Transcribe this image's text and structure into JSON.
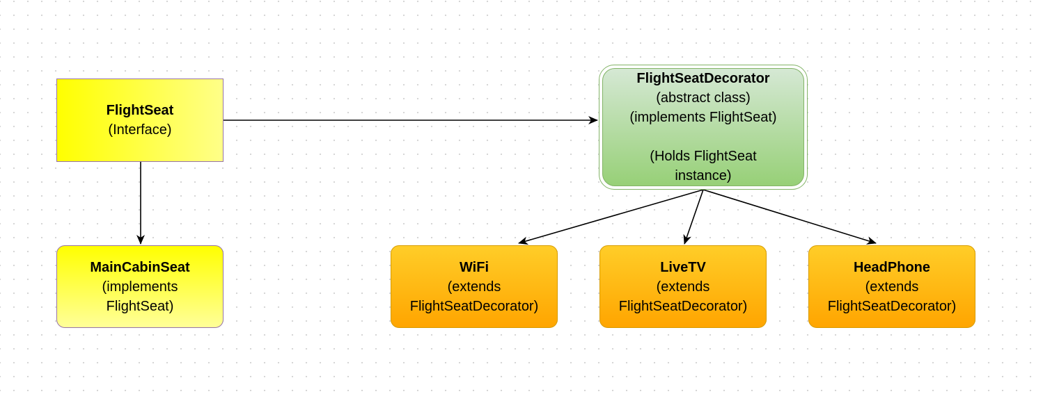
{
  "nodes": {
    "flightseat": {
      "title": "FlightSeat",
      "lines": [
        "(Interface)"
      ]
    },
    "maincabin": {
      "title": "MainCabinSeat",
      "lines": [
        "(implements",
        "FlightSeat)"
      ]
    },
    "decorator": {
      "title": "FlightSeatDecorator",
      "lines": [
        "(abstract class)",
        "(implements FlightSeat)",
        "(Holds FlightSeat",
        "instance)"
      ]
    },
    "wifi": {
      "title": "WiFi",
      "lines": [
        "(extends",
        "FlightSeatDecorator)"
      ]
    },
    "livetv": {
      "title": "LiveTV",
      "lines": [
        "(extends",
        "FlightSeatDecorator)"
      ]
    },
    "headphone": {
      "title": "HeadPhone",
      "lines": [
        "(extends",
        "FlightSeatDecorator)"
      ]
    }
  },
  "edges": [
    {
      "from": "FlightSeat",
      "to": "FlightSeatDecorator"
    },
    {
      "from": "FlightSeat",
      "to": "MainCabinSeat"
    },
    {
      "from": "FlightSeatDecorator",
      "to": "WiFi"
    },
    {
      "from": "FlightSeatDecorator",
      "to": "LiveTV"
    },
    {
      "from": "FlightSeatDecorator",
      "to": "HeadPhone"
    }
  ],
  "colors": {
    "interface_fill": "#ffff00",
    "interface_stroke": "#9673a6",
    "decorator_fill": "#97d077",
    "decorator_stroke": "#82b366",
    "concrete_fill": "#ffa500",
    "concrete_stroke": "#d79b00",
    "edge": "#000000"
  }
}
